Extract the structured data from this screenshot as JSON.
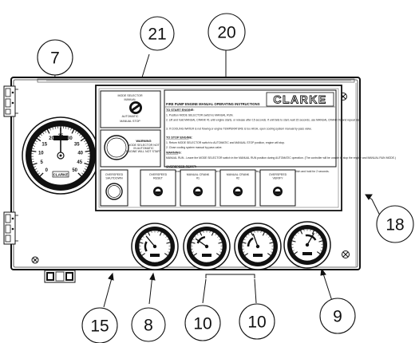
{
  "brand": "CLARKE",
  "panel_title": "FIRE PUMP ENGINE MANUAL OPERATING INSTRUCTIONS",
  "instructions": [
    "TO START ENGINE:",
    "1. Position MODE SELECTOR switch to MANUAL RUN.",
    "2. Lift and hold MANUAL CRANK #1 until engine starts, or release after 15 seconds. If unit fails to start, wait 15 seconds, use MANUAL CRANK #2 and repeat step.",
    "3. If COOLING WATER is not flowing or engine TEMPERATURE is too HIGH, open cooling system manual by-pass valve.",
    "TO STOP ENGINE:",
    "1. Return MODE SELECTOR switch to AUTOMATIC and MANUAL STOP position, engine will stop.",
    "2. Close cooling system manual by-pass valve.",
    "WARNING:",
    "MANUAL RUN - Leave the MODE SELECTOR switch in the MANUAL RUN position during AUTOMATIC operation. (The controller will be unable to stop the engine and MANUAL RUN MODE.)",
    "OVERSPEED RESET:",
    "1. If an overspeed has been removed, reset the speed sensing device by lifting the OVERSPEED RESET switch and hold for 2 seconds."
  ],
  "mode_selector_label": "MODE SELECTOR",
  "mode_selector_positions": [
    "MANUAL",
    "AUTOMATIC",
    "MANUAL STOP"
  ],
  "warning_label": "WARNING",
  "warning_text": [
    "MODE SELECTOR NOT",
    "IN AUTOMATIC",
    "ENGINE WILL NOT START"
  ],
  "switches": [
    {
      "label": "OVERSPEED SHUTDOWN",
      "lines": [
        "OVERSPEED",
        "SHUTDOWN"
      ]
    },
    {
      "label": "OVERSPEED RESET",
      "lines": [
        "OVERSPEED",
        "RESET"
      ]
    },
    {
      "label": "MANUAL CRANK #1",
      "lines": [
        "MANUAL CRANK",
        "#1"
      ]
    },
    {
      "label": "MANUAL CRANK #2",
      "lines": [
        "MANUAL CRANK",
        "#2"
      ]
    },
    {
      "label": "OVERSPEED VERIFY",
      "lines": [
        "OVERSPEED",
        "VERIFY"
      ]
    }
  ],
  "tachometer_brand": "CLARKE",
  "tachometer_scale": [
    "0",
    "5",
    "10",
    "15",
    "20",
    "25",
    "30",
    "35",
    "40",
    "45",
    "50"
  ],
  "callouts": [
    "7",
    "21",
    "20",
    "18",
    "15",
    "8",
    "10",
    "10",
    "9"
  ]
}
